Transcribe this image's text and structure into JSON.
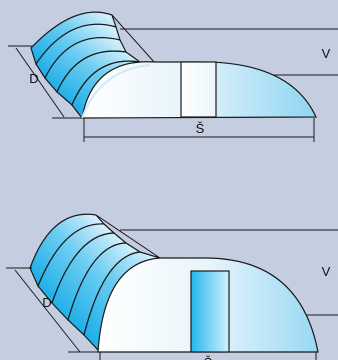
{
  "diagrams": [
    {
      "depth_label": "D",
      "height_label": "V",
      "width_label": "Š"
    },
    {
      "depth_label": "D",
      "height_label": "V",
      "width_label": "Š"
    }
  ],
  "colors": {
    "background": "#c5cde0",
    "panel_dark": "#18b4ea",
    "panel_light": "#ffffff",
    "door": "#2fbff0"
  }
}
